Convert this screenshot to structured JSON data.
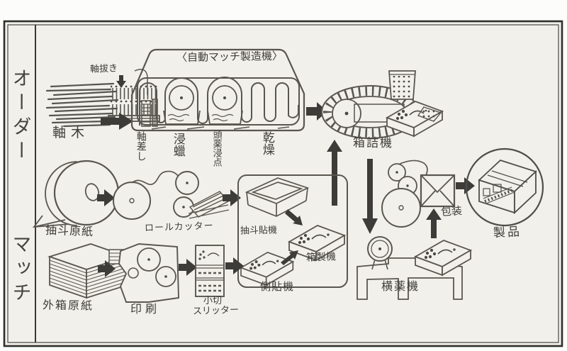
{
  "colors": {
    "ink": "#59564f",
    "arrow": "#3e3c38",
    "paper": "#f1f0ea",
    "page": "#fcfcfa",
    "text": "#3f3d38"
  },
  "sidebar": {
    "title_line1": "オーダー",
    "title_line2": "マッチ"
  },
  "flow": {
    "machine_title": "〈自動マッチ製造機〉",
    "splints": "軸木",
    "splint_pull": "軸拔き",
    "stage_insert": "軸差し",
    "stage_wax": "浸蠟",
    "stage_head": "頭薬浸点",
    "stage_dry": "乾燥",
    "box_filling_machine": "箱詰機",
    "drawer_base_paper": "抽斗原紙",
    "roll_cutter": "ロールカッター",
    "drawer_paste_machine": "抽斗貼機",
    "box_making_machine": "箱製機",
    "side_paste_machine": "側貼機",
    "outer_box_base_paper": "外箱原紙",
    "printing": "印刷",
    "slitter_line1": "小切",
    "slitter_line2": "スリッター",
    "side_chemical_machine": "横薬機",
    "packaging": "包装",
    "product": "製品"
  }
}
